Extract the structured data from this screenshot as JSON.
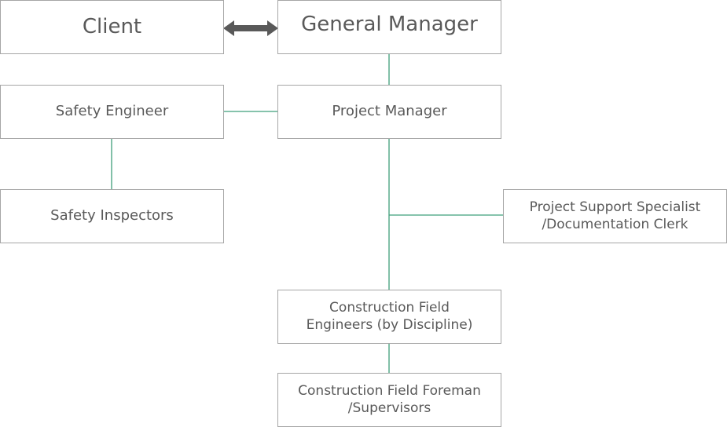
{
  "diagram": {
    "nodes": {
      "client": "Client",
      "general_manager": "General Manager",
      "safety_engineer": "Safety Engineer",
      "project_manager": "Project Manager",
      "safety_inspectors": "Safety Inspectors",
      "project_support": {
        "line1": "Project Support Specialist",
        "line2": "/Documentation Clerk"
      },
      "field_engineers": {
        "line1": "Construction Field",
        "line2": "Engineers (by Discipline)"
      },
      "foreman": {
        "line1": "Construction Field Foreman",
        "line2": "/Supervisors"
      }
    },
    "colors": {
      "connector": "#3f9f7a",
      "arrow": "#595959",
      "box_border": "#a6a6a6",
      "text": "#595959"
    }
  }
}
